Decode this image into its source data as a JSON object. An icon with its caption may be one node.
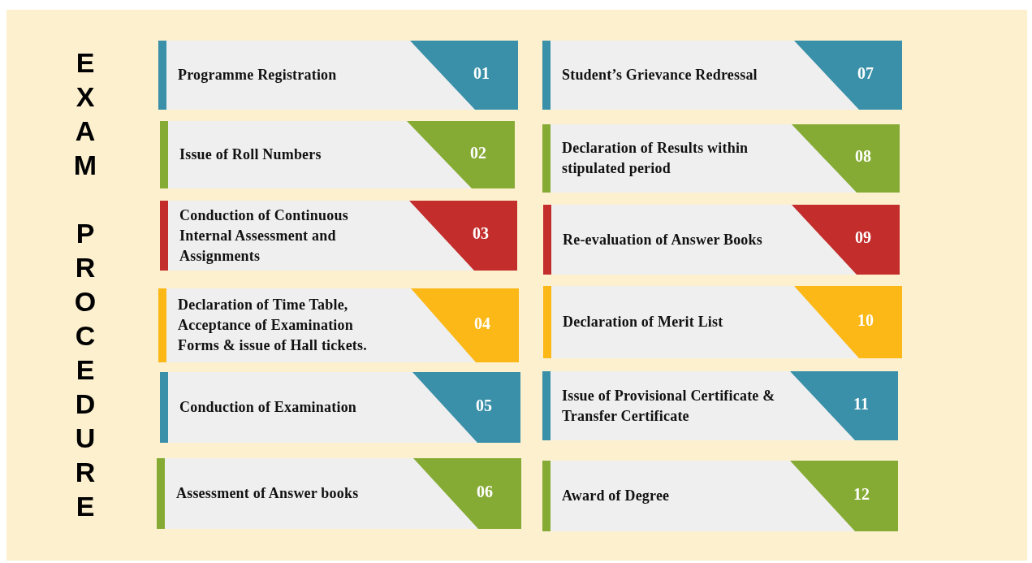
{
  "diagram": {
    "title": "EXAM PROCEDURE",
    "nodes": [
      {
        "text": [
          "Programme Registration",
          "01"
        ]
      },
      {
        "text": [
          "Issue of Roll Numbers",
          "02"
        ]
      },
      {
        "text": [
          "Conduction of Continuous Internal Assessment and Assignments",
          "03"
        ]
      },
      {
        "text": [
          "Declaration of Time Table, Acceptance of Examination Forms & issue of Hall tickets.",
          "04"
        ]
      },
      {
        "text": [
          "Conduction of Examination",
          "05"
        ]
      },
      {
        "text": [
          "Assessment of Answer books",
          "06"
        ]
      },
      {
        "text": [
          "Student’s Grievance Redressal",
          "07"
        ]
      },
      {
        "text": [
          "Declaration of Results within stipulated period",
          "08"
        ]
      },
      {
        "text": [
          "Re-evaluation of Answer Books",
          "09"
        ]
      },
      {
        "text": [
          "Declaration of Merit List",
          "10"
        ]
      },
      {
        "text": [
          "Issue of Provisional Certificate & Transfer Certificate",
          "11"
        ]
      },
      {
        "text": [
          "Award of Degree",
          "12"
        ]
      }
    ]
  }
}
